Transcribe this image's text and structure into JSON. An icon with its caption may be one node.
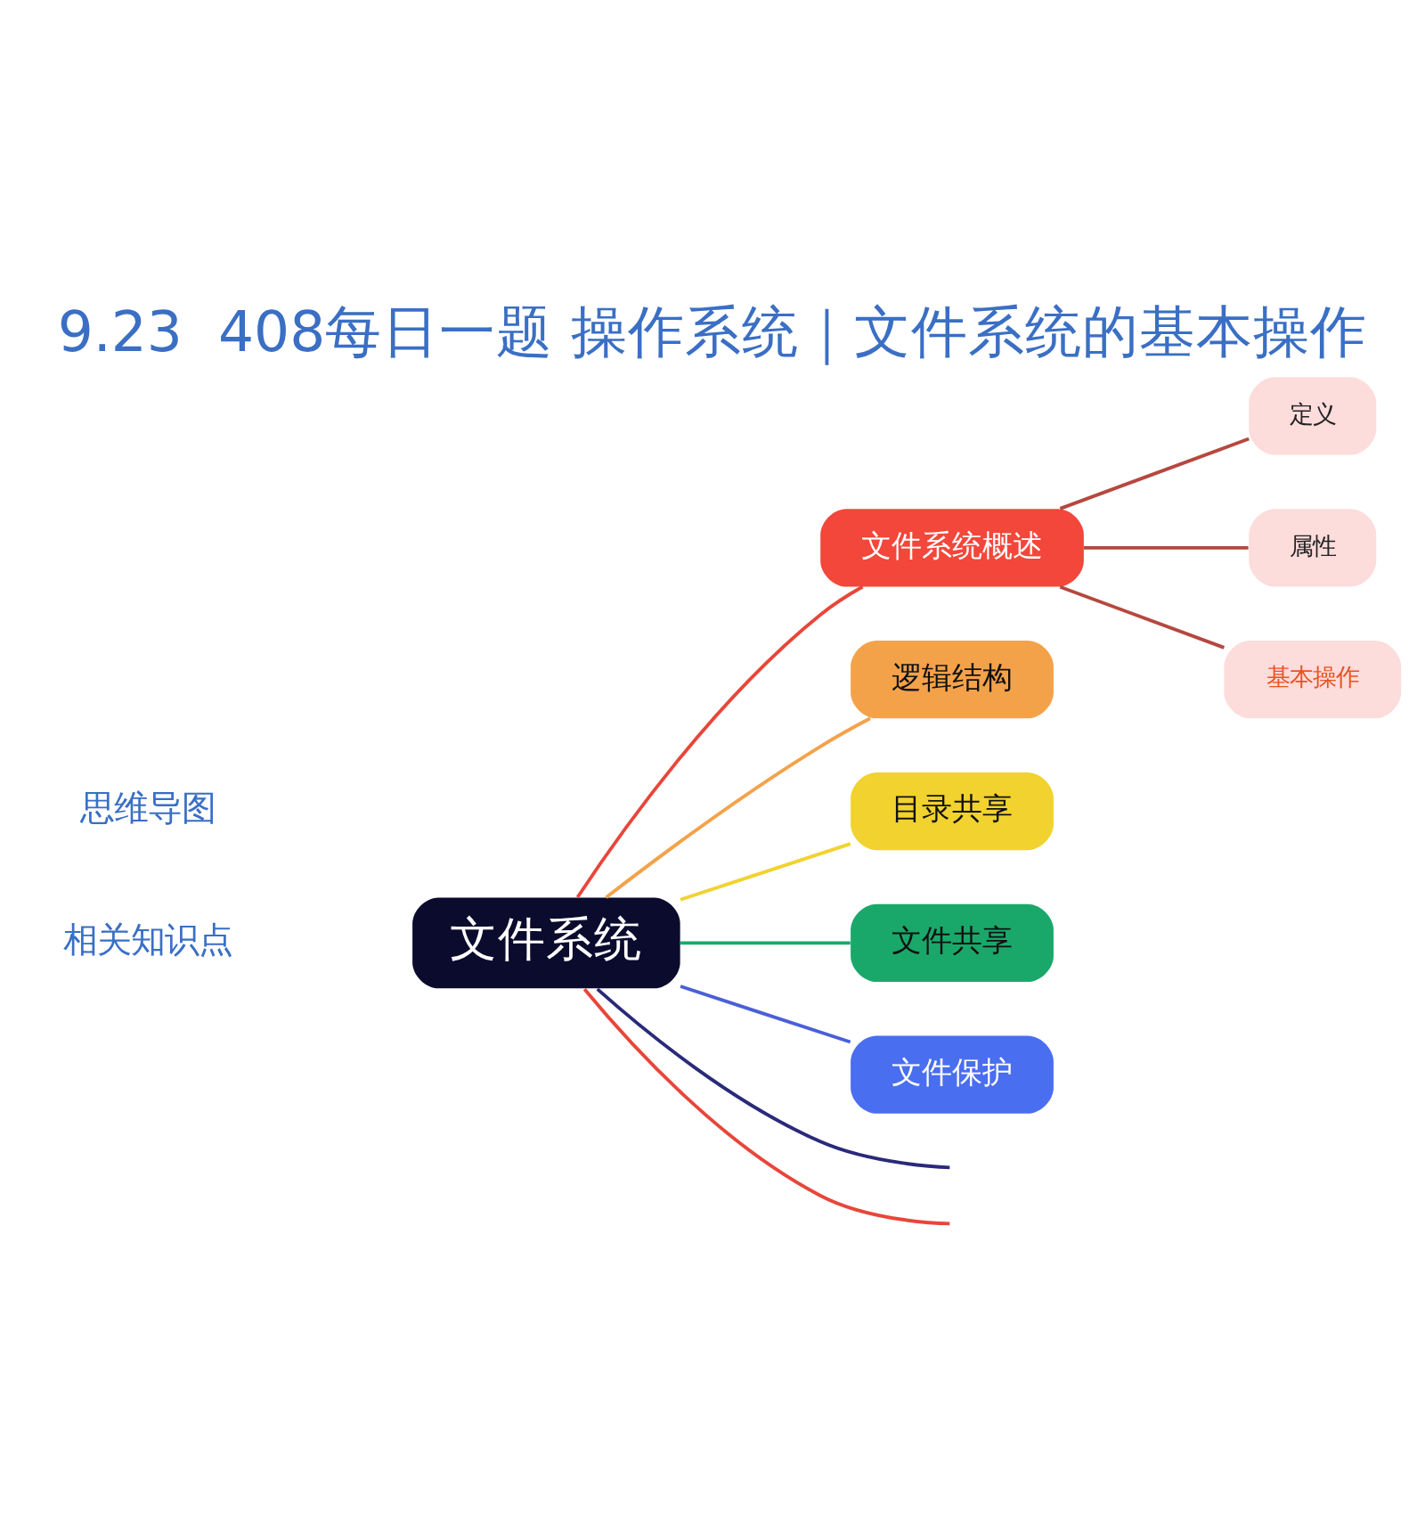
{
  "diagram": {
    "title": "9.23  408每日一题 操作系统｜文件系统的基本操作",
    "nodes": [
      {
        "text": [
          "文件系统"
        ]
      },
      {
        "text": [
          "文件系统概述"
        ]
      },
      {
        "text": [
          "定义"
        ]
      },
      {
        "text": [
          "属性"
        ]
      },
      {
        "text": [
          "基本操作"
        ]
      },
      {
        "text": [
          "逻辑结构"
        ]
      },
      {
        "text": [
          "目录共享"
        ]
      },
      {
        "text": [
          "文件共享"
        ]
      },
      {
        "text": [
          "文件保护"
        ]
      }
    ],
    "edges": [
      {
        "from": 0,
        "to": 1,
        "arrow": "none",
        "color": "#e8463a"
      },
      {
        "from": 1,
        "to": 2,
        "arrow": "none",
        "color": "#b5483f"
      },
      {
        "from": 1,
        "to": 3,
        "arrow": "none",
        "color": "#b5483f"
      },
      {
        "from": 1,
        "to": 4,
        "arrow": "none",
        "color": "#b5483f"
      },
      {
        "from": 0,
        "to": 5,
        "arrow": "none",
        "color": "#f4a24a"
      },
      {
        "from": 0,
        "to": 6,
        "arrow": "none",
        "color": "#f2d22e"
      },
      {
        "from": 0,
        "to": 7,
        "arrow": "none",
        "color": "#1aa86a"
      },
      {
        "from": 0,
        "to": 8,
        "arrow": "none",
        "color": "#4a5fd8"
      },
      {
        "from": 0,
        "to": null,
        "arrow": "none",
        "color": "#e8463a"
      },
      {
        "from": 0,
        "to": null,
        "arrow": "none",
        "color": "#2a2a7a"
      }
    ],
    "labels": [
      "相关知识点",
      "思维导图"
    ]
  }
}
